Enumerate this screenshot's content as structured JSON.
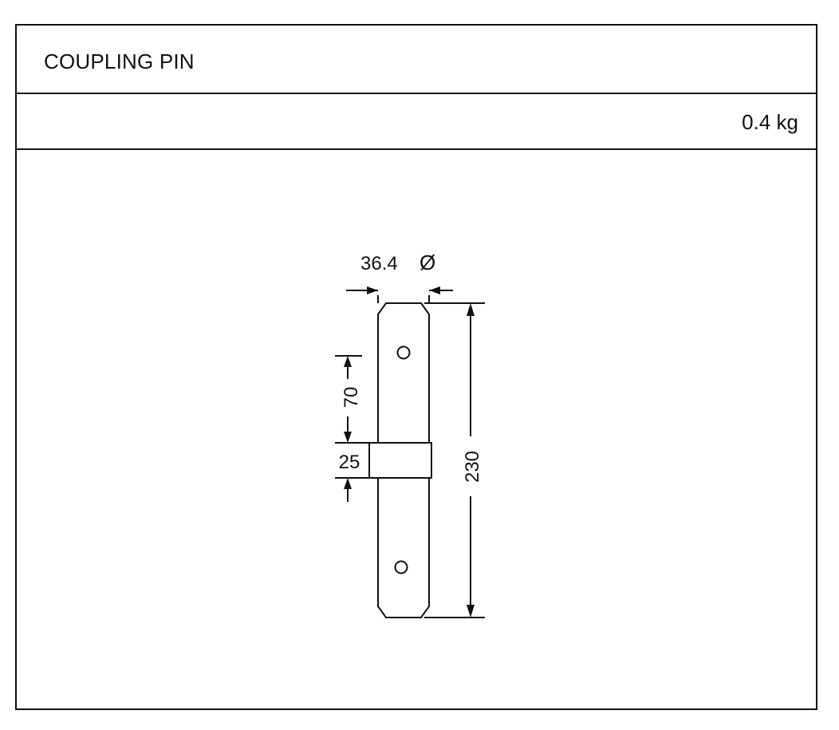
{
  "header": {
    "title": "COUPLING PIN"
  },
  "specs": {
    "weight": "0.4 kg"
  },
  "drawing": {
    "dimensions": {
      "diameter": "36.4",
      "diameter_symbol": "Ø",
      "overall_length": "230",
      "hole_offset": "70",
      "collar_width": "25"
    }
  }
}
